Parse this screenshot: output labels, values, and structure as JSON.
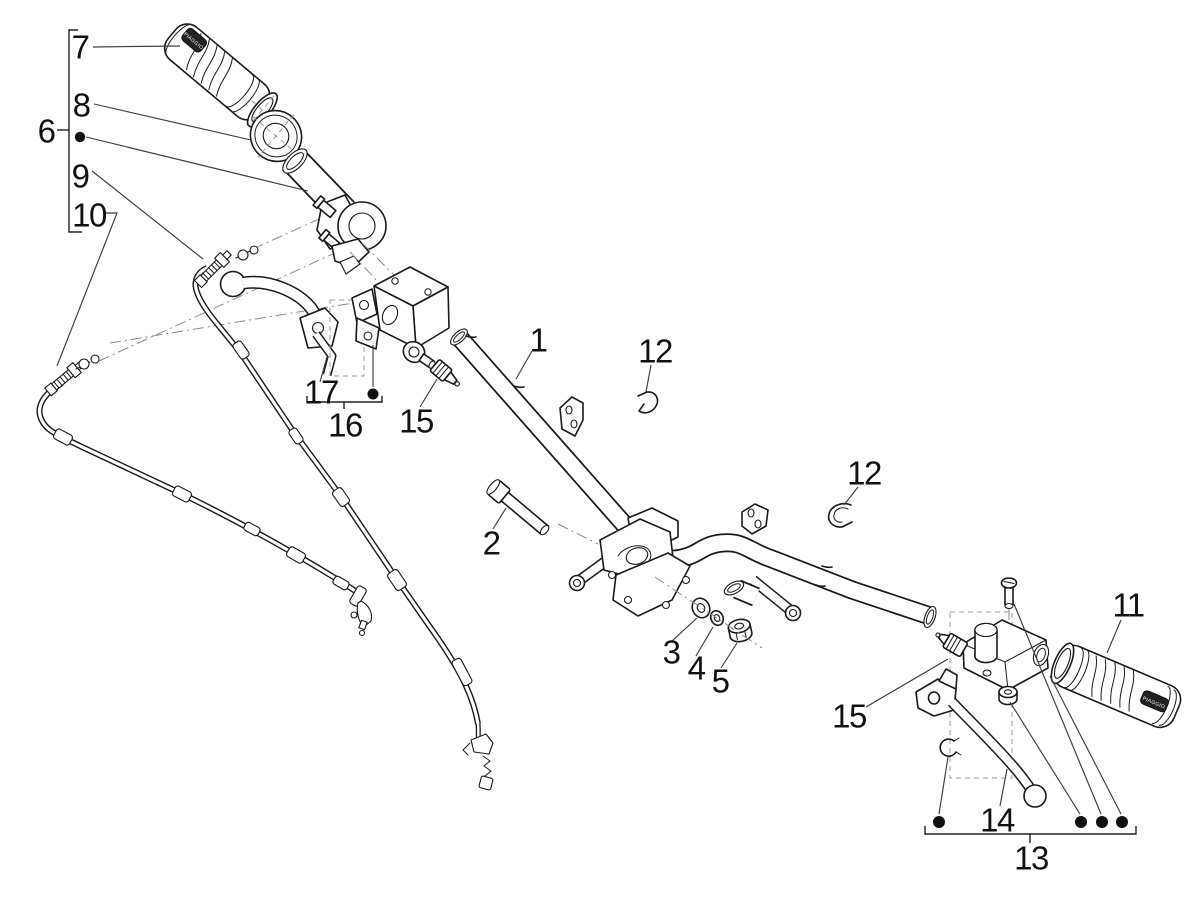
{
  "diagram": {
    "background": "#ffffff",
    "line_color": "#1a1a1a",
    "grip_logo": "PIAGGIO",
    "bullet_marker_count": 6,
    "callouts": [
      {
        "label": "7"
      },
      {
        "label": "8"
      },
      {
        "label": "6"
      },
      {
        "label": "9"
      },
      {
        "label": "10"
      },
      {
        "label": "17"
      },
      {
        "label": "16"
      },
      {
        "label": "15"
      },
      {
        "label": "1"
      },
      {
        "label": "12"
      },
      {
        "label": "2"
      },
      {
        "label": "3"
      },
      {
        "label": "4"
      },
      {
        "label": "5"
      },
      {
        "label": "12"
      },
      {
        "label": "11"
      },
      {
        "label": "15"
      },
      {
        "label": "14"
      },
      {
        "label": "13"
      }
    ]
  }
}
